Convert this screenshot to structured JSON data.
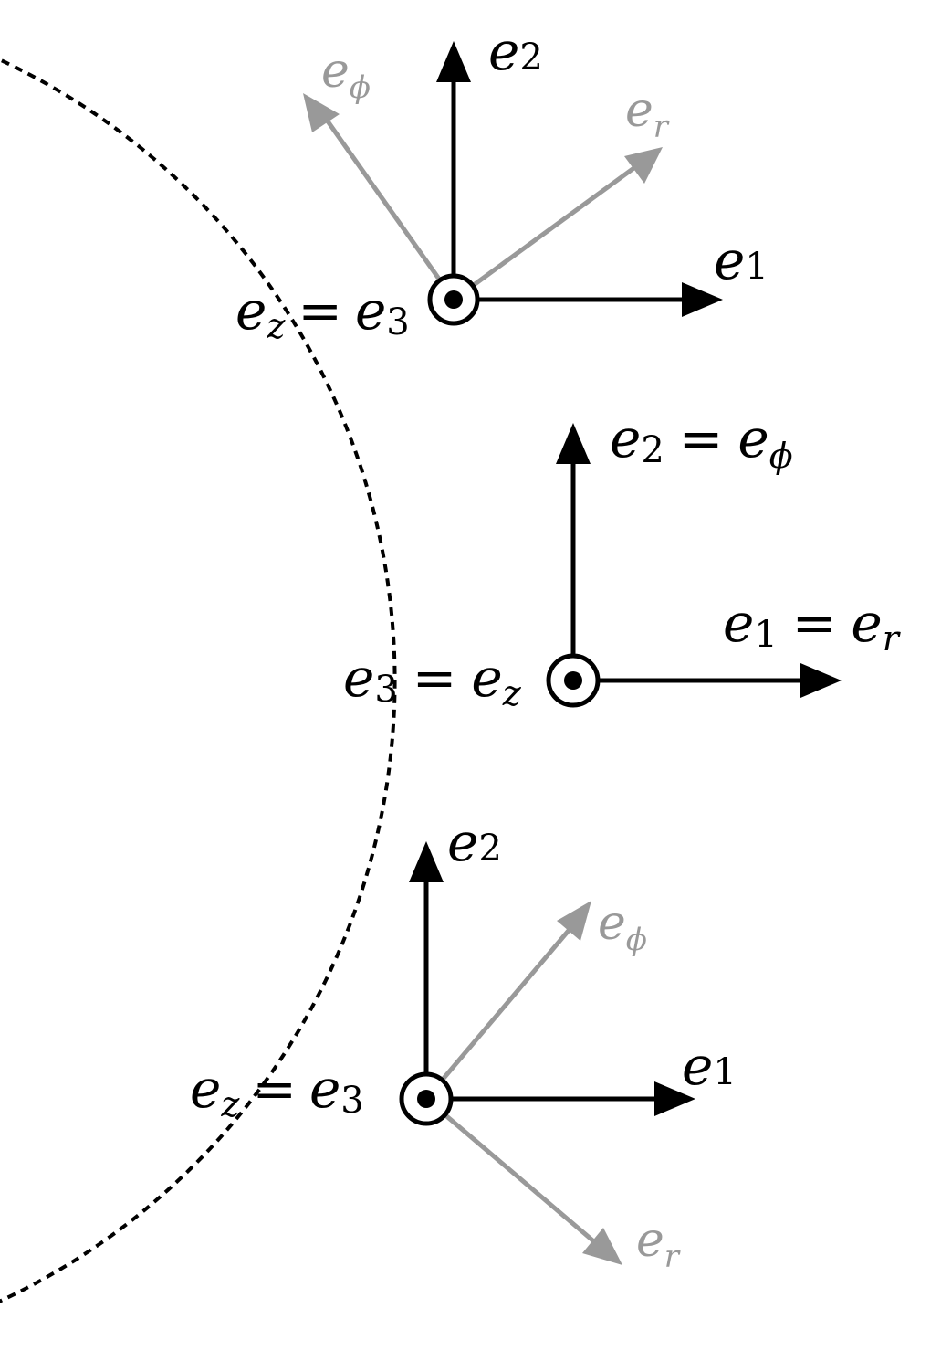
{
  "colors": {
    "primary": "#000000",
    "secondary": "#999999",
    "background": "#ffffff"
  },
  "frames": {
    "top": {
      "e2": {
        "base": "e",
        "sub": "2"
      },
      "e1": {
        "base": "e",
        "sub": "1"
      },
      "ephi": {
        "base": "e",
        "sub": "ϕ"
      },
      "er": {
        "base": "e",
        "sub": "r"
      },
      "ez_e3": {
        "a_base": "e",
        "a_sub": "z",
        "eq": "=",
        "b_base": "e",
        "b_sub": "3"
      }
    },
    "middle": {
      "e2_ephi": {
        "a_base": "e",
        "a_sub": "2",
        "eq": "=",
        "b_base": "e",
        "b_sub": "ϕ"
      },
      "e1_er": {
        "a_base": "e",
        "a_sub": "1",
        "eq": "=",
        "b_base": "e",
        "b_sub": "r"
      },
      "e3_ez": {
        "a_base": "e",
        "a_sub": "3",
        "eq": "=",
        "b_base": "e",
        "b_sub": "z"
      }
    },
    "bottom": {
      "e2": {
        "base": "e",
        "sub": "2"
      },
      "e1": {
        "base": "e",
        "sub": "1"
      },
      "ephi": {
        "base": "e",
        "sub": "ϕ"
      },
      "er": {
        "base": "e",
        "sub": "r"
      },
      "ez_e3": {
        "a_base": "e",
        "a_sub": "z",
        "eq": "=",
        "b_base": "e",
        "b_sub": "3"
      }
    }
  }
}
